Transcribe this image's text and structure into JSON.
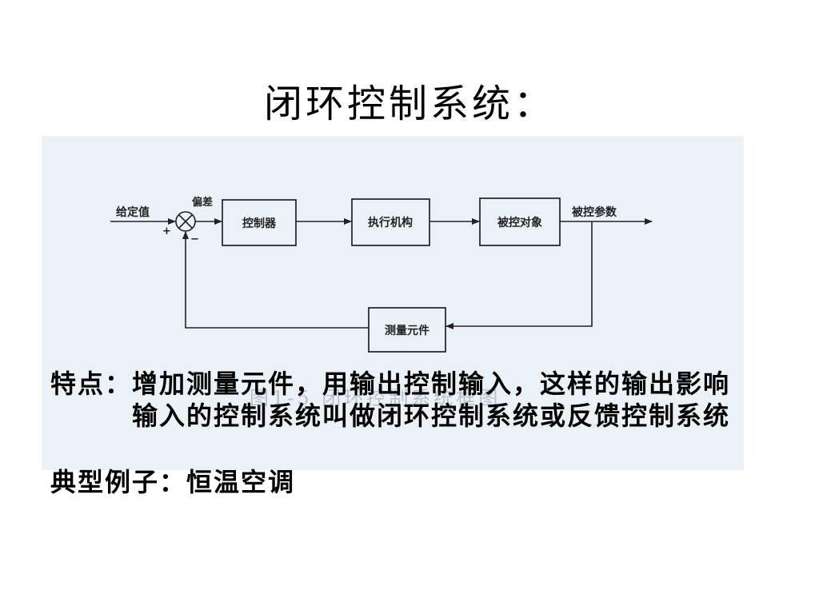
{
  "slide": {
    "title": "闭环控制系统：",
    "features": {
      "label": "特点：",
      "lines": [
        "增加测量元件，用输出控制输入，这样的输出影响",
        "输入的控制系统叫做闭环控制系统或反馈控制系统"
      ]
    },
    "example": {
      "label": "典型例子：",
      "value": "恒温空调"
    }
  },
  "diagram": {
    "input_label": "给定值",
    "error_label": "偏差",
    "plus_sign": "+",
    "minus_sign": "−",
    "blocks": {
      "controller": "控制器",
      "actuator": "执行机构",
      "plant": "被控对象",
      "sensor": "测量元件"
    },
    "output_label": "被控参数",
    "caption": "图1-5 闭环控制系统框图"
  },
  "colors": {
    "scan_background": "#eaf2f7",
    "diagram_line": "#222222",
    "text": "#000000"
  }
}
